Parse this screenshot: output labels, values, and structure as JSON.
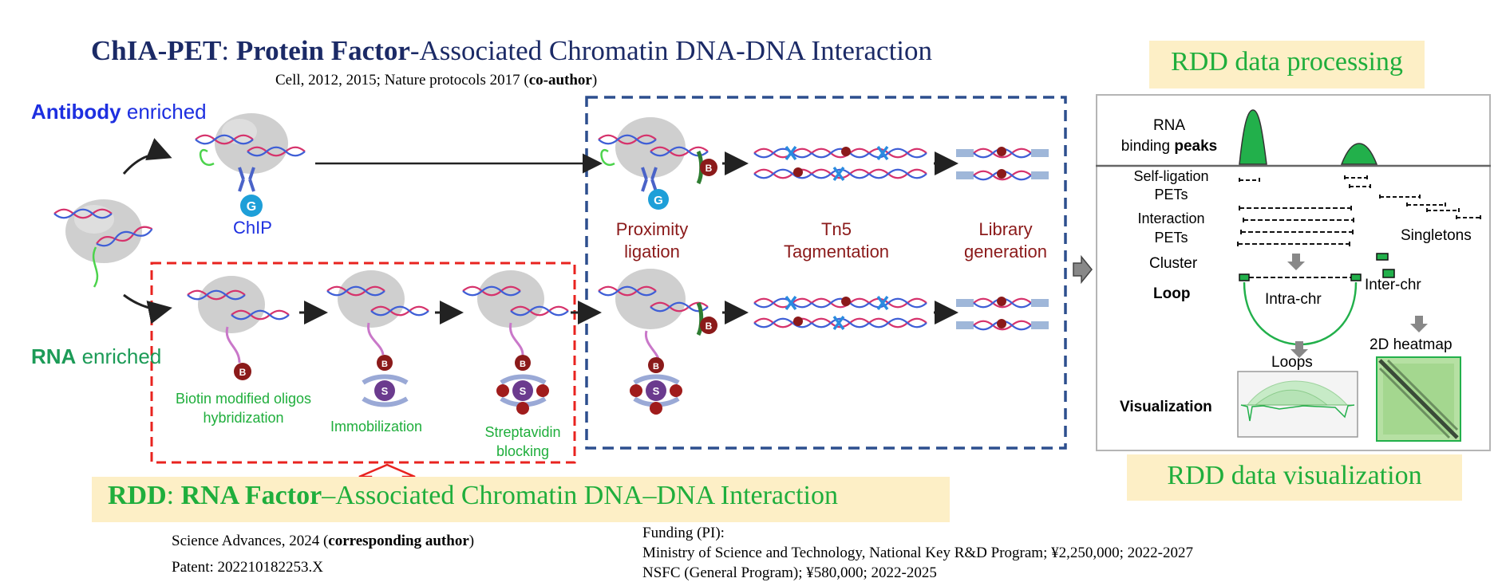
{
  "header": {
    "title_bold": "ChIA-PET",
    "title_colon": ": ",
    "title_bold2": "Protein Factor",
    "title_rest": "-Associated Chromatin DNA-DNA Interaction",
    "citation_pre": "Cell, 2012, 2015; Nature protocols 2017 (",
    "citation_bold": "co-author",
    "citation_post": ")"
  },
  "left": {
    "antibody_bold": "Antibody",
    "antibody_rest": " enriched",
    "rna_bold": "RNA",
    "rna_rest": " enriched",
    "chip": "ChIP",
    "g_badge": "G",
    "b_badge": "B",
    "s_badge": "S",
    "biotin_line1": "Biotin modified oligos",
    "biotin_line2": "hybridization",
    "immobilization": "Immobilization",
    "strep_line1": "Streptavidin",
    "strep_line2": "blocking"
  },
  "middle": {
    "proximity_line1": "Proximity",
    "proximity_line2": "ligation",
    "tn5_line1": "Tn5",
    "tn5_line2": "Tagmentation",
    "library_line1": "Library",
    "library_line2": "generation"
  },
  "rdd_banner": {
    "bold": "RDD",
    "colon": ":  ",
    "bold2": "RNA Factor",
    "rest": "–Associated Chromatin DNA–DNA Interaction"
  },
  "bottom_left": {
    "sci_pre": "Science Advances, 2024 (",
    "sci_bold": "corresponding author",
    "sci_post": ")",
    "patent": "Patent: 202210182253.X"
  },
  "funding": {
    "label": "Funding (PI):",
    "line1": "Ministry of Science and Technology, National Key R&D Program; ¥2,250,000; 2022-2027",
    "line2": "NSFC (General Program); ¥580,000; 2022-2025"
  },
  "right": {
    "processing_title": "RDD data processing",
    "visualization_title": "RDD data visualization",
    "rna_line1": "RNA",
    "rna_line2_pre": "binding ",
    "rna_line2_bold": "peaks",
    "self_line1": "Self-ligation",
    "self_line2": "PETs",
    "inter_line1": "Interaction",
    "inter_line2": "PETs",
    "singletons": "Singletons",
    "cluster": "Cluster",
    "loop": "Loop",
    "intra_chr": "Intra-chr",
    "inter_chr": "Inter-chr",
    "loops": "Loops",
    "heatmap": "2D heatmap",
    "visualization": "Visualization"
  },
  "colors": {
    "navy": "#1b2a66",
    "blue_text": "#1d2fe0",
    "green": "#1fae3c",
    "dark_red": "#8b1a1a",
    "red_dash": "#e8231f",
    "blue_dash": "#2d4f8e",
    "yellow": "#fdefc6"
  }
}
